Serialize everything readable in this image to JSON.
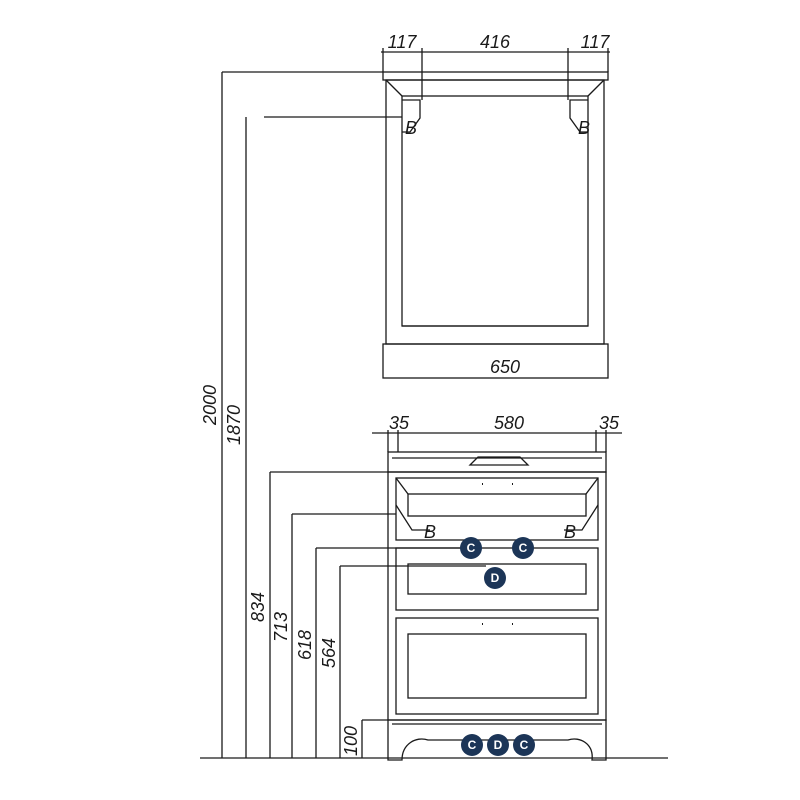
{
  "mirror": {
    "top_widths": [
      "117",
      "416",
      "117"
    ],
    "bottom_width": "650",
    "mount_letter": "B"
  },
  "cabinet": {
    "top_widths": [
      "35",
      "580",
      "35"
    ],
    "mount_letter": "B"
  },
  "heights": [
    "2000",
    "1870",
    "834",
    "713",
    "618",
    "564",
    "100"
  ],
  "connections": {
    "cold_hot": "C",
    "drain": "D"
  },
  "colors": {
    "line": "#1a1a1a",
    "badge": "#1c3557"
  }
}
